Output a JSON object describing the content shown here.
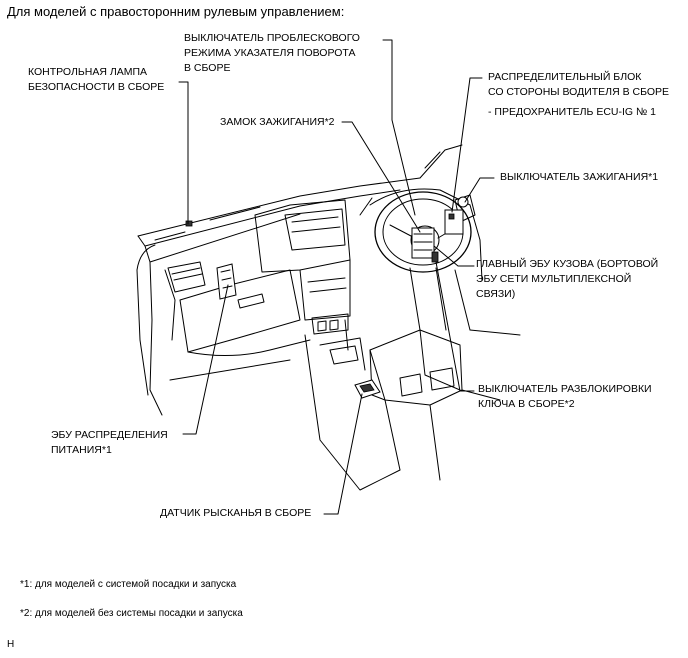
{
  "page_title": "Для моделей с правосторонним рулевым управлением:",
  "labels": {
    "hazard_switch": [
      "ВЫКЛЮЧАТЕЛЬ ПРОБЛЕСКОВОГО",
      "РЕЖИМА УКАЗАТЕЛЯ ПОВОРОТА",
      "В СБОРЕ"
    ],
    "security_lamp": [
      "КОНТРОЛЬНАЯ ЛАМПА",
      "БЕЗОПАСНОСТИ В СБОРЕ"
    ],
    "driver_junction_block": [
      "РАСПРЕДЕЛИТЕЛЬНЫЙ БЛОК",
      "СО СТОРОНЫ ВОДИТЕЛЯ В СБОРЕ"
    ],
    "fuse_ecu_ig": "- ПРЕДОХРАНИТЕЛЬ ECU-IG № 1",
    "ignition_lock": "ЗАМОК ЗАЖИГАНИЯ*2",
    "ignition_switch": "ВЫКЛЮЧАТЕЛЬ ЗАЖИГАНИЯ*1",
    "main_body_ecu": [
      "ГЛАВНЫЙ ЭБУ КУЗОВА (БОРТОВОЙ",
      "ЭБУ СЕТИ МУЛЬТИПЛЕКСНОЙ",
      "СВЯЗИ)"
    ],
    "unlock_warning_switch": [
      "ВЫКЛЮЧАТЕЛЬ РАЗБЛОКИРОВКИ",
      "КЛЮЧА В СБОРЕ*2"
    ],
    "power_distribution_ecu": [
      "ЭБУ РАСПРЕДЕЛЕНИЯ",
      "ПИТАНИЯ*1"
    ],
    "yaw_rate_sensor": "ДАТЧИК РЫСКАНЬЯ В СБОРЕ"
  },
  "footnotes": {
    "note1": "*1: для моделей с системой посадки и запуска",
    "note2": "*2: для моделей без системы посадки и запуска"
  },
  "figure_code": "H"
}
